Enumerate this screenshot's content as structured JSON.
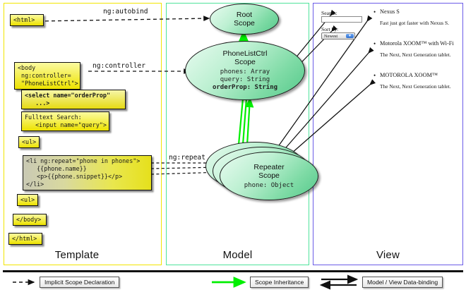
{
  "panels": [
    {
      "key": "template",
      "title": "Template"
    },
    {
      "key": "model",
      "title": "Model"
    },
    {
      "key": "view",
      "title": "View"
    }
  ],
  "colors": {
    "template_border": "#f2e500",
    "model_border": "#4ee39b",
    "view_border": "#6b5ce7",
    "codebox_fill": "#ede200",
    "scope_fill": "#7fdba6",
    "inheritance_arrow": "#00ef00",
    "select_button": "#2f6fd0"
  },
  "template": {
    "boxes": [
      {
        "id": "html-open",
        "text": "<html>"
      },
      {
        "id": "body-open",
        "text": "<body\n ng:controller=\n \"PhoneListCtrl\">"
      },
      {
        "id": "select-orderprop",
        "text": "<select name=\"orderProp\"\n   ...>"
      },
      {
        "id": "fulltext-search",
        "text": "Fulltext Search:\n   <input name=\"query\">"
      },
      {
        "id": "ul-open",
        "text": "<ul>"
      },
      {
        "id": "li-repeat",
        "text": "<li ng:repeat=\"phone in phones\">\n   {{phone.name}}\n   <p>{{phone.snippet}}</p>\n</li>"
      },
      {
        "id": "ul-close",
        "text": "<ul>"
      },
      {
        "id": "body-close",
        "text": "</body>"
      },
      {
        "id": "html-close",
        "text": "</html>"
      }
    ]
  },
  "connectors": [
    {
      "id": "ng-autobind",
      "label": "ng:autobind"
    },
    {
      "id": "ng-controller",
      "label": "ng:controller"
    },
    {
      "id": "ng-repeat",
      "label": "ng:repeat"
    }
  ],
  "model": {
    "scopes": [
      {
        "id": "root-scope",
        "name": "Root\nScope",
        "name_line1": "Root",
        "name_line2": "Scope",
        "properties": []
      },
      {
        "id": "phonelistctrl-scope",
        "name_line1": "PhoneListCtrl",
        "name_line2": "Scope",
        "properties": [
          {
            "text": "phones: Array",
            "bold": false
          },
          {
            "text": "query: String",
            "bold": false
          },
          {
            "text": "orderProp: String",
            "bold": true
          }
        ]
      },
      {
        "id": "repeater-scope",
        "name_line1": "Repeater",
        "name_line2": "Scope",
        "properties": [
          {
            "text": "phone: Object",
            "bold": false
          }
        ]
      }
    ]
  },
  "view": {
    "search_label": "Search:",
    "search_value": "",
    "sort_label": "Sort by:",
    "sort_selected": "Newest",
    "phones": [
      {
        "name": "Nexus S",
        "snippet": "Fast just got faster with Nexus S."
      },
      {
        "name": "Motorola XOOM™ with Wi-Fi",
        "snippet": "The Next, Next Generation tablet."
      },
      {
        "name": "MOTOROLA XOOM™",
        "snippet": "The Next, Next Generation tablet."
      }
    ]
  },
  "legend": [
    {
      "id": "implicit-scope-declaration",
      "label": "Implicit Scope Declaration",
      "arrow": "dashed"
    },
    {
      "id": "scope-inheritance",
      "label": "Scope Inheritance",
      "arrow": "green"
    },
    {
      "id": "model-view-data-binding",
      "label": "Model / View Data-binding",
      "arrow": "double"
    }
  ]
}
